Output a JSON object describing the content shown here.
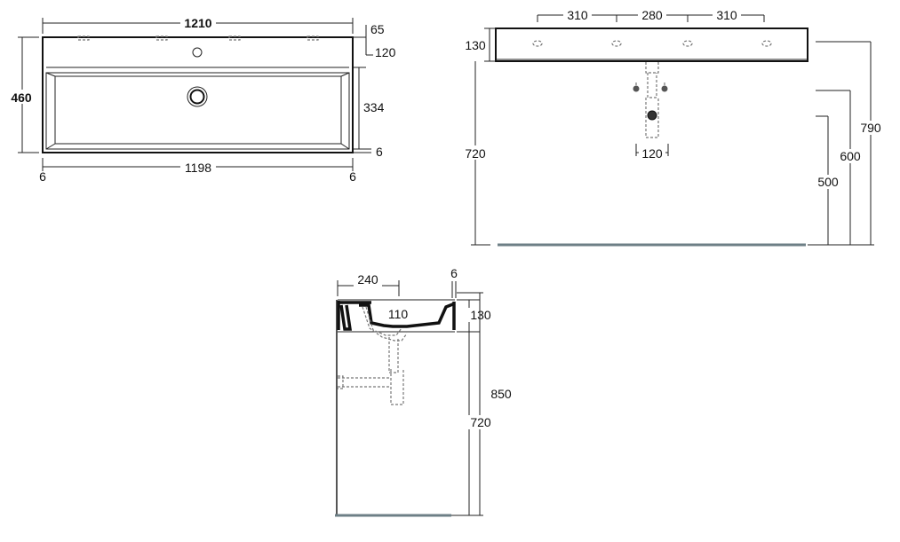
{
  "top_view": {
    "overall_width": "1210",
    "depth": "460",
    "rim_back": "65",
    "rim_to_bowl": "120",
    "bowl_depth": "334",
    "rim_front": "6",
    "inner_width": "1198",
    "side_left": "6",
    "side_right": "6"
  },
  "front_view": {
    "tap_spacing_left": "310",
    "tap_spacing_middle": "280",
    "tap_spacing_right": "310",
    "basin_height": "130",
    "mount_height": "720",
    "trap_width": "120",
    "overall_height": "790",
    "height_600": "600",
    "height_500": "500"
  },
  "side_view": {
    "depth_to_drain": "240",
    "wall_thickness": "6",
    "drain_offset": "110",
    "basin_height": "130",
    "overall_height": "850",
    "mount_height": "720"
  }
}
